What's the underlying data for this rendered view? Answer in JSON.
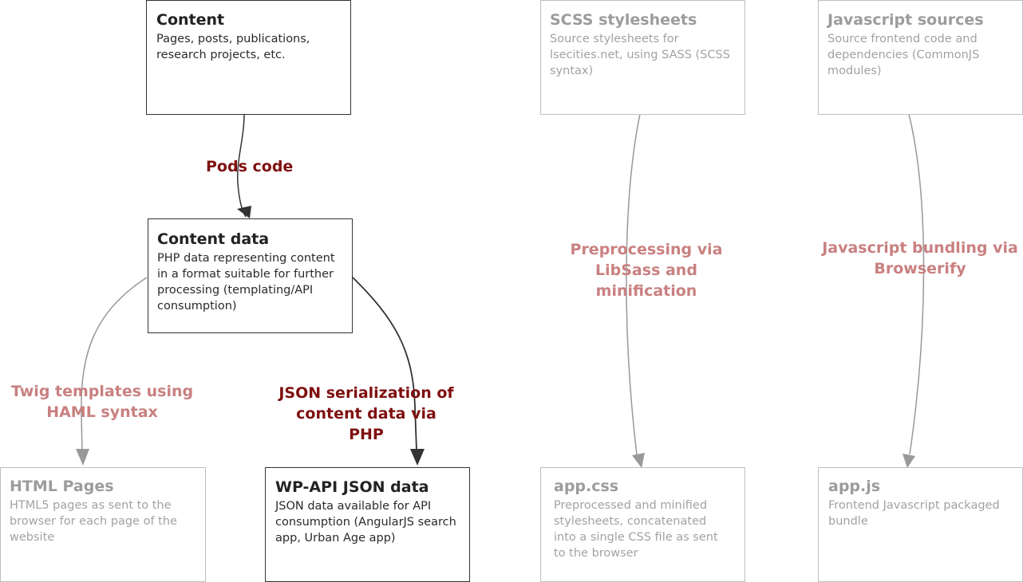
{
  "nodes": {
    "content": {
      "title": "Content",
      "desc": "Pages, posts, publications, research projects, etc."
    },
    "content_data": {
      "title": "Content data",
      "desc": "PHP data representing content in a format suitable for further processing (templating/API consumption)"
    },
    "html_pages": {
      "title": "HTML Pages",
      "desc": "HTML5 pages as sent to the browser for each page of the website"
    },
    "wp_api": {
      "title": "WP-API JSON data",
      "desc": "JSON data available for API consumption (AngularJS search app, Urban Age app)"
    },
    "scss": {
      "title": "SCSS stylesheets",
      "desc": "Source stylesheets for lsecities.net, using SASS (SCSS syntax)"
    },
    "app_css": {
      "title": "app.css",
      "desc": "Preprocessed and minified stylesheets, concatenated into a single CSS file as sent to the browser"
    },
    "js_sources": {
      "title": "Javascript sources",
      "desc": "Source frontend code and dependencies (CommonJS modules)"
    },
    "app_js": {
      "title": "app.js",
      "desc": "Frontend Javascript packaged bundle"
    }
  },
  "edges": {
    "pods_code": "Pods code",
    "twig": "Twig templates using HAML syntax",
    "json_serialization": "JSON serialization of content data via PHP",
    "preprocessing": "Preprocessing via LibSass and minification",
    "bundling": "Javascript bundling via Browserify"
  },
  "colors": {
    "strong_edge": "#333333",
    "faded_edge": "#999999",
    "strong_label": "#7f0f0f",
    "faded_label": "#c98080"
  }
}
